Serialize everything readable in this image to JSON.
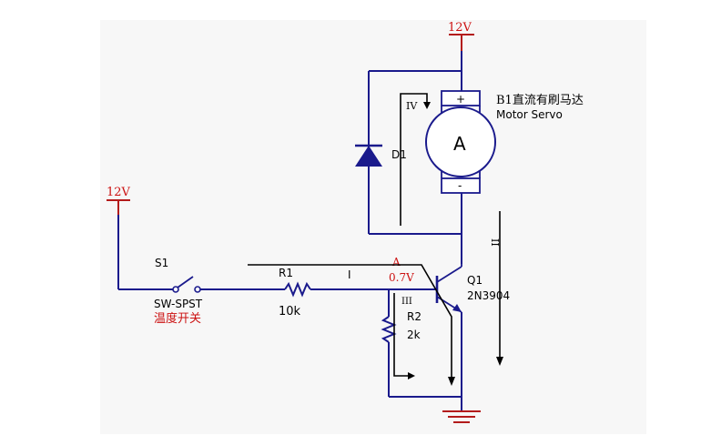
{
  "labels": {
    "vcc_top": "12V",
    "vcc_left": "12V",
    "motor_name": "B1直流有刷马达",
    "motor_subtitle": "Motor Servo",
    "motor_letter": "A",
    "motor_plus": "+",
    "motor_minus": "-",
    "diode": "D1",
    "switch_name": "S1",
    "switch_type": "SW-SPST",
    "switch_note": "温度开关",
    "r1_name": "R1",
    "r1_value": "10k",
    "current_i": "I",
    "node_a": "A",
    "node_voltage": "0.7V",
    "transistor_name": "Q1",
    "transistor_part": "2N3904",
    "r2_name": "R2",
    "r2_value": "2k",
    "loop_iv": "IV",
    "loop_iii": "III",
    "loop_ii": "II"
  },
  "colors": {
    "wire": "#1a1a8c",
    "rail": "#b31b1b",
    "annotation": "#cc1111"
  }
}
